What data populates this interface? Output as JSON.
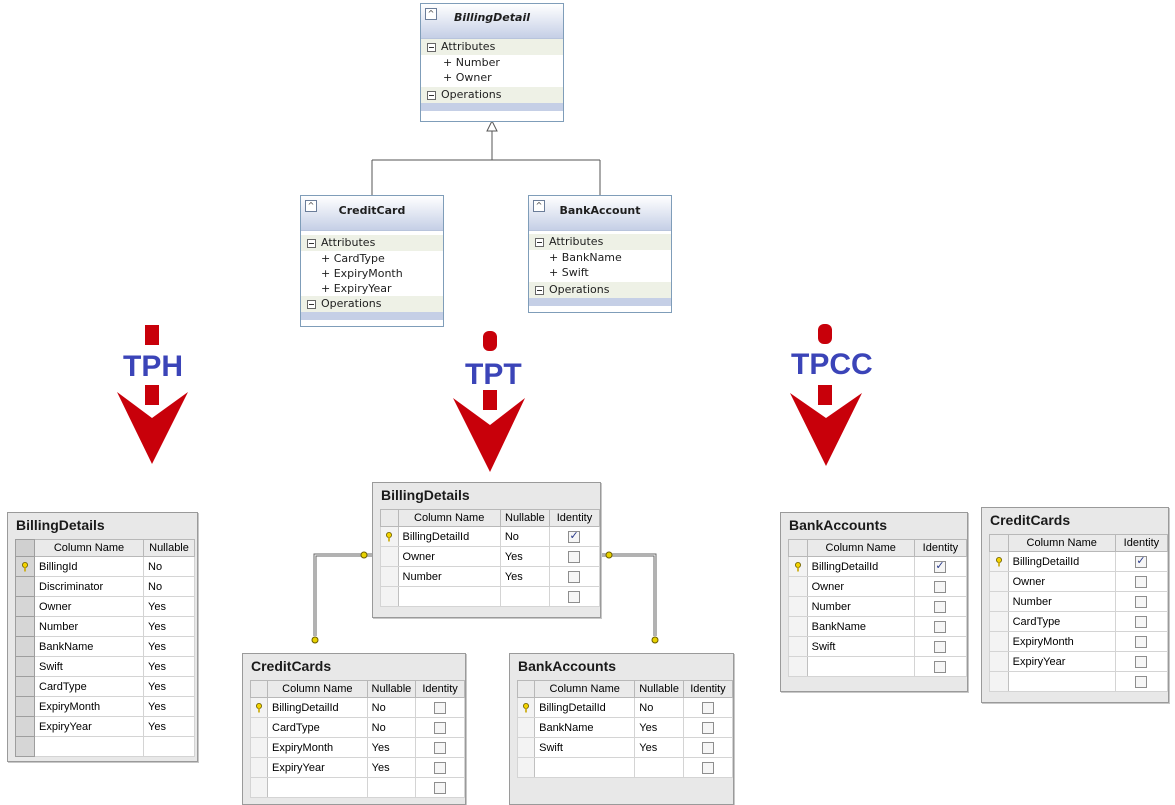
{
  "colors": {
    "arrow": "#c8000a",
    "label": "#3b44b8",
    "class_header": "#c5cfe6"
  },
  "classes": {
    "billing": {
      "name": "BillingDetail",
      "attributes_label": "Attributes",
      "attributes": [
        "+ Number",
        "+ Owner"
      ],
      "operations_label": "Operations"
    },
    "credit": {
      "name": "CreditCard",
      "attributes_label": "Attributes",
      "attributes": [
        "+ CardType",
        "+ ExpiryMonth",
        "+ ExpiryYear"
      ],
      "operations_label": "Operations"
    },
    "bank": {
      "name": "BankAccount",
      "attributes_label": "Attributes",
      "attributes": [
        "+ BankName",
        "+ Swift"
      ],
      "operations_label": "Operations"
    }
  },
  "strategies": {
    "tph": "TPH",
    "tpt": "TPT",
    "tpcc": "TPCC"
  },
  "tables": {
    "tph_billing": {
      "title": "BillingDetails",
      "columns": [
        "Column Name",
        "Nullable"
      ],
      "rows": [
        {
          "name": "BillingId",
          "nullable": "No",
          "key": true
        },
        {
          "name": "Discriminator",
          "nullable": "No",
          "key": false
        },
        {
          "name": "Owner",
          "nullable": "Yes",
          "key": false
        },
        {
          "name": "Number",
          "nullable": "Yes",
          "key": false
        },
        {
          "name": "BankName",
          "nullable": "Yes",
          "key": false
        },
        {
          "name": "Swift",
          "nullable": "Yes",
          "key": false
        },
        {
          "name": "CardType",
          "nullable": "Yes",
          "key": false
        },
        {
          "name": "ExpiryMonth",
          "nullable": "Yes",
          "key": false
        },
        {
          "name": "ExpiryYear",
          "nullable": "Yes",
          "key": false
        },
        {
          "name": "",
          "nullable": "",
          "key": false
        }
      ]
    },
    "tpt_billing": {
      "title": "BillingDetails",
      "columns": [
        "Column Name",
        "Nullable",
        "Identity"
      ],
      "rows": [
        {
          "name": "BillingDetailId",
          "nullable": "No",
          "identity": true,
          "key": true
        },
        {
          "name": "Owner",
          "nullable": "Yes",
          "identity": false,
          "key": false
        },
        {
          "name": "Number",
          "nullable": "Yes",
          "identity": false,
          "key": false
        },
        {
          "name": "",
          "nullable": "",
          "identity": false,
          "key": false
        }
      ]
    },
    "tpt_credit": {
      "title": "CreditCards",
      "columns": [
        "Column Name",
        "Nullable",
        "Identity"
      ],
      "rows": [
        {
          "name": "BillingDetailId",
          "nullable": "No",
          "identity": false,
          "key": true
        },
        {
          "name": "CardType",
          "nullable": "No",
          "identity": false,
          "key": false
        },
        {
          "name": "ExpiryMonth",
          "nullable": "Yes",
          "identity": false,
          "key": false
        },
        {
          "name": "ExpiryYear",
          "nullable": "Yes",
          "identity": false,
          "key": false
        },
        {
          "name": "",
          "nullable": "",
          "identity": false,
          "key": false
        }
      ]
    },
    "tpt_bank": {
      "title": "BankAccounts",
      "columns": [
        "Column Name",
        "Nullable",
        "Identity"
      ],
      "rows": [
        {
          "name": "BillingDetailId",
          "nullable": "No",
          "identity": false,
          "key": true
        },
        {
          "name": "BankName",
          "nullable": "Yes",
          "identity": false,
          "key": false
        },
        {
          "name": "Swift",
          "nullable": "Yes",
          "identity": false,
          "key": false
        },
        {
          "name": "",
          "nullable": "",
          "identity": false,
          "key": false
        }
      ]
    },
    "tpcc_bank": {
      "title": "BankAccounts",
      "columns": [
        "Column Name",
        "Identity"
      ],
      "rows": [
        {
          "name": "BillingDetailId",
          "identity": true,
          "key": true
        },
        {
          "name": "Owner",
          "identity": false,
          "key": false
        },
        {
          "name": "Number",
          "identity": false,
          "key": false
        },
        {
          "name": "BankName",
          "identity": false,
          "key": false
        },
        {
          "name": "Swift",
          "identity": false,
          "key": false
        },
        {
          "name": "",
          "identity": false,
          "key": false
        }
      ]
    },
    "tpcc_credit": {
      "title": "CreditCards",
      "columns": [
        "Column Name",
        "Identity"
      ],
      "rows": [
        {
          "name": "BillingDetailId",
          "identity": true,
          "key": true
        },
        {
          "name": "Owner",
          "identity": false,
          "key": false
        },
        {
          "name": "Number",
          "identity": false,
          "key": false
        },
        {
          "name": "CardType",
          "identity": false,
          "key": false
        },
        {
          "name": "ExpiryMonth",
          "identity": false,
          "key": false
        },
        {
          "name": "ExpiryYear",
          "identity": false,
          "key": false
        },
        {
          "name": "",
          "identity": false,
          "key": false
        }
      ]
    }
  }
}
